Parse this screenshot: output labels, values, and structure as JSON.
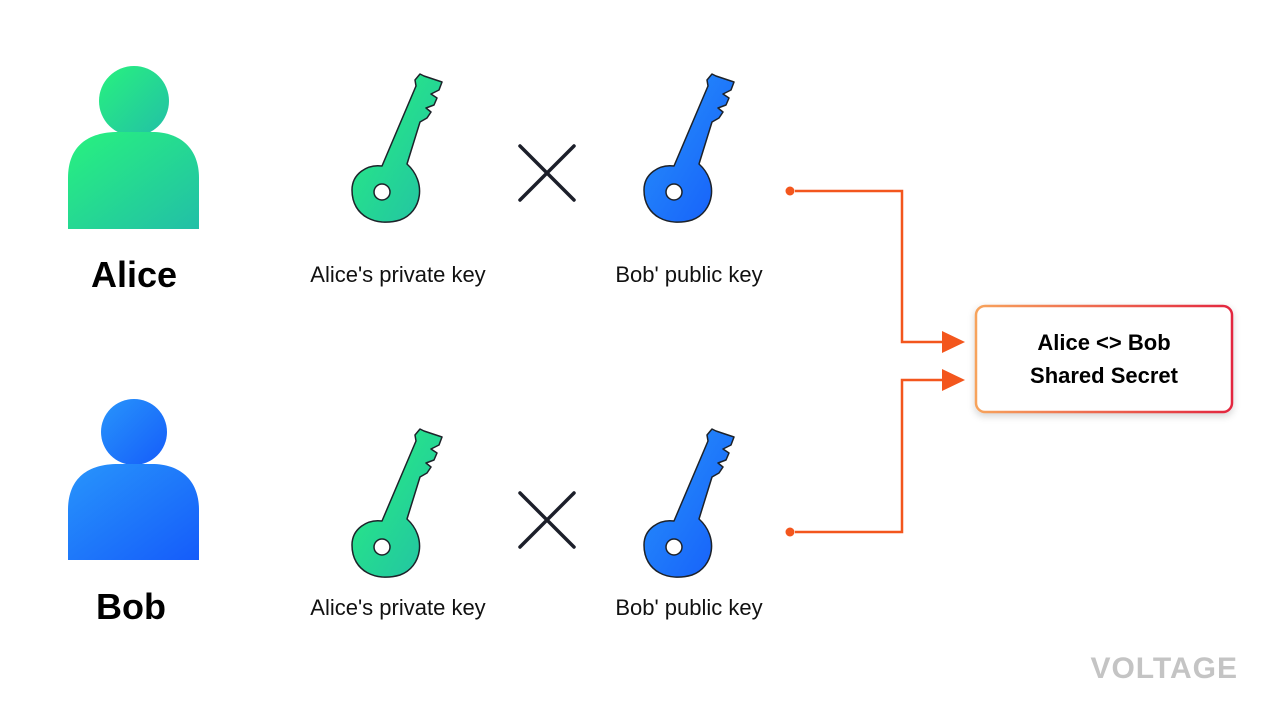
{
  "participants": {
    "alice": {
      "name": "Alice"
    },
    "bob": {
      "name": "Bob"
    }
  },
  "rows": [
    {
      "private_key_label": "Alice's private key",
      "public_key_label": "Bob' public key"
    },
    {
      "private_key_label": "Alice's private key",
      "public_key_label": "Bob' public key"
    }
  ],
  "result": {
    "line1": "Alice <> Bob",
    "line2": "Shared Secret"
  },
  "brand": {
    "logo_text": "VOLTAGE"
  },
  "colors": {
    "green_start": "#28f27e",
    "green_end": "#22bfa7",
    "blue_start": "#2895fb",
    "blue_end": "#155cfa",
    "arrow": "#f3561d",
    "cross": "#1c1f2a",
    "brand": "#c4c4c4"
  },
  "icons": [
    "person-icon",
    "private-key-icon",
    "public-key-icon",
    "multiply-icon",
    "arrow-icon"
  ]
}
